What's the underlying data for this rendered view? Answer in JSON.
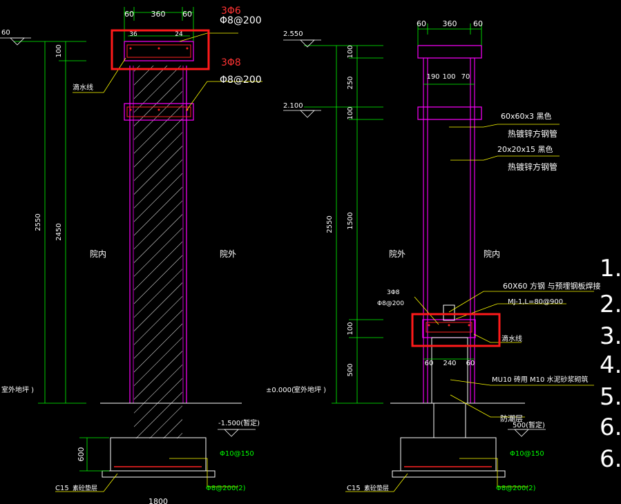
{
  "colors": {
    "background": "#000000",
    "dimension": "#00ff00",
    "outline": "#ff00ff",
    "rebar": "#ff2222",
    "leader": "#ffff00",
    "text": "#ffffff",
    "highlight": "#ff1a1a",
    "ground": "#ffffff"
  },
  "left_view": {
    "top_dims": [
      "60",
      "360",
      "60"
    ],
    "sub_dims": [
      "36",
      "24"
    ],
    "elev_top": "60",
    "vertical_dims": [
      "100",
      "2550",
      "2450",
      "600"
    ],
    "label_drip": "滴水线",
    "label_inside": "院内",
    "label_outside": "院外",
    "label_ground": "室外地坪 )",
    "elev_bottom": "-1.500(暂定)",
    "rebar_top_main": "3Φ6",
    "rebar_top_stirrup": "Φ8@200",
    "rebar_mid_main": "3Φ8",
    "rebar_mid_stirrup": "Φ8@200",
    "footing_rebar_1": "Φ10@150",
    "footing_rebar_2": "Φ8@200(2)",
    "label_c15": "C15",
    "label_cushion": "素砼垫层",
    "bottom_dim": "1800"
  },
  "right_view": {
    "top_dims": [
      "60",
      "360",
      "60"
    ],
    "mid_dims": [
      "190",
      "100",
      "70"
    ],
    "elev_top": "2.550",
    "elev_mid": "2.100",
    "vertical_dims": [
      "100",
      "250",
      "100",
      "1500",
      "100",
      "500",
      "2550"
    ],
    "tube_1_spec": "60x60x3   黑色",
    "tube_1_name": "热镀锌方钢管",
    "tube_2_spec": "20x20x15   黑色",
    "tube_2_name": "热镀锌方钢管",
    "label_outside": "院外",
    "label_inside": "院内",
    "steel_note": "60X60   方钢 与预埋钢板焊接",
    "embed_note": "MJ-1,L=80@900",
    "rebar_main": "3Φ8",
    "rebar_stirrup": "Φ8@200",
    "label_drip": "滴水线",
    "base_dims": [
      "60",
      "240",
      "60"
    ],
    "brick_note": "MU10   砖用  M10   水泥砂浆砌筑",
    "ground_elev": "±0.000(",
    "ground_label": "室外地坪 )",
    "damp_label": "防潮层",
    "elev_bottom": "500(暂定)",
    "footing_rebar_1": "Φ10@150",
    "footing_rebar_2": "Φ8@200(2)",
    "label_c15": "C15",
    "label_cushion": "素砼垫层"
  },
  "notes_margin": [
    "1.",
    "2.",
    "3.",
    "4.",
    "5.",
    "6.",
    "6."
  ]
}
